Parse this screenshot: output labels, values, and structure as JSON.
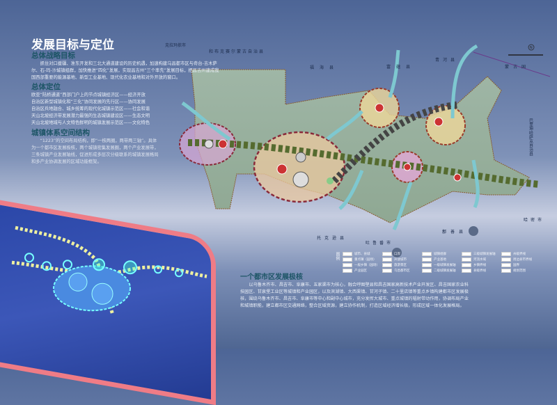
{
  "title": "发展目标与定位",
  "strategy": {
    "heading": "总体战略目标",
    "text": "抓住对口援疆、准东开发和三北大通道建设的历史机遇，加速构建乌昌都市区与奇台-吉木萨尔、石-玛-沙城镇组群，加快推进“四化”发展，实现昌吉州“三个率先”发展目标，把昌吉州建成我国西部重要的能源基地、新型工业基地、现代化农业基地和对外开放的窗口。"
  },
  "positioning": {
    "heading": "总体定位",
    "lines": [
      "欧亚“陆桥通道”西部门户上的节点城镇经济区——经济开放",
      "自治区新型城镇化和“三化”协同发展的先行区——协同发展",
      "自治区兵地融合、城乡统筹的现代化城镇示范区——社会和谐",
      "天山北坡经济带发展潜力最强的生态城镇建设区——生态文明",
      "天山北坡地域与人文特色鲜明的城镇发展示范区——文化特色"
    ]
  },
  "structure": {
    "heading": "城镇体系空间结构",
    "text": "“1223”的空间布局结构，即“一核两圈，两带两三轴”。具体为一个都市区发展极核，两个城镇密集发展圈，两个产业发展带，三条城镇产业发展轴线，促进形成多层次分级联系的城镇发展格局和多产业协调发展的区域功能框架。"
  },
  "metro": {
    "heading": "一个都市区发展极核",
    "text": "以乌鲁木齐市、昌吉市、阜康市、五家渠市为核心，融合呼图壁县和昌吉国家高新技术产业开发区、昌吉国家农业科技园区、甘泉堡工业区等城镇和产业园区，以及滨湖镇、大西渠镇、甘河子镇、二十里店镇等重点乡镇构建都市区发展极核，围绕乌鲁木齐市、昌吉市、阜康市等中心和副中心城市，充分发挥大城市、重点城镇的辐射带动作用，协调布局产业和城镇职能，建立都市区交通网络，整合区域资源，建立协作机制，打造区域经济增长极，形成区域一体化发展格局。"
  },
  "map_labels": {
    "kelamayi": "克拉玛依市",
    "hebukesaier": "和布克赛尔蒙古自治县",
    "fuhai": "福海县",
    "fuyun": "富蕴县",
    "qinghe": "青河县",
    "mongolia": "蒙古国",
    "balikun": "巴里坤哈萨克自治县",
    "hami": "哈密市",
    "shanshan": "鄯善县",
    "tulufan": "吐鲁番市",
    "tuokexun": "托克逊县",
    "north": "N"
  },
  "legend": {
    "title": "图例",
    "items": [
      "城市、县城",
      "重点镇（园场）",
      "一般乡镇（园场）",
      "产业园区",
      "口岸",
      "开放城市",
      "旅游景区",
      "乌昌都市区",
      "城镇组群",
      "产业基地",
      "一级城镇发展轴",
      "二级城镇发展轴",
      "三级城镇发展轴",
      "河流水域",
      "乡镇界线",
      "县级界线",
      "州级界线",
      "周边县市界线",
      "国界",
      "规划范围"
    ]
  },
  "colors": {
    "heading": "#1d5566",
    "inset_border": "#ef7c86",
    "arrow": "#7ec8d0"
  }
}
